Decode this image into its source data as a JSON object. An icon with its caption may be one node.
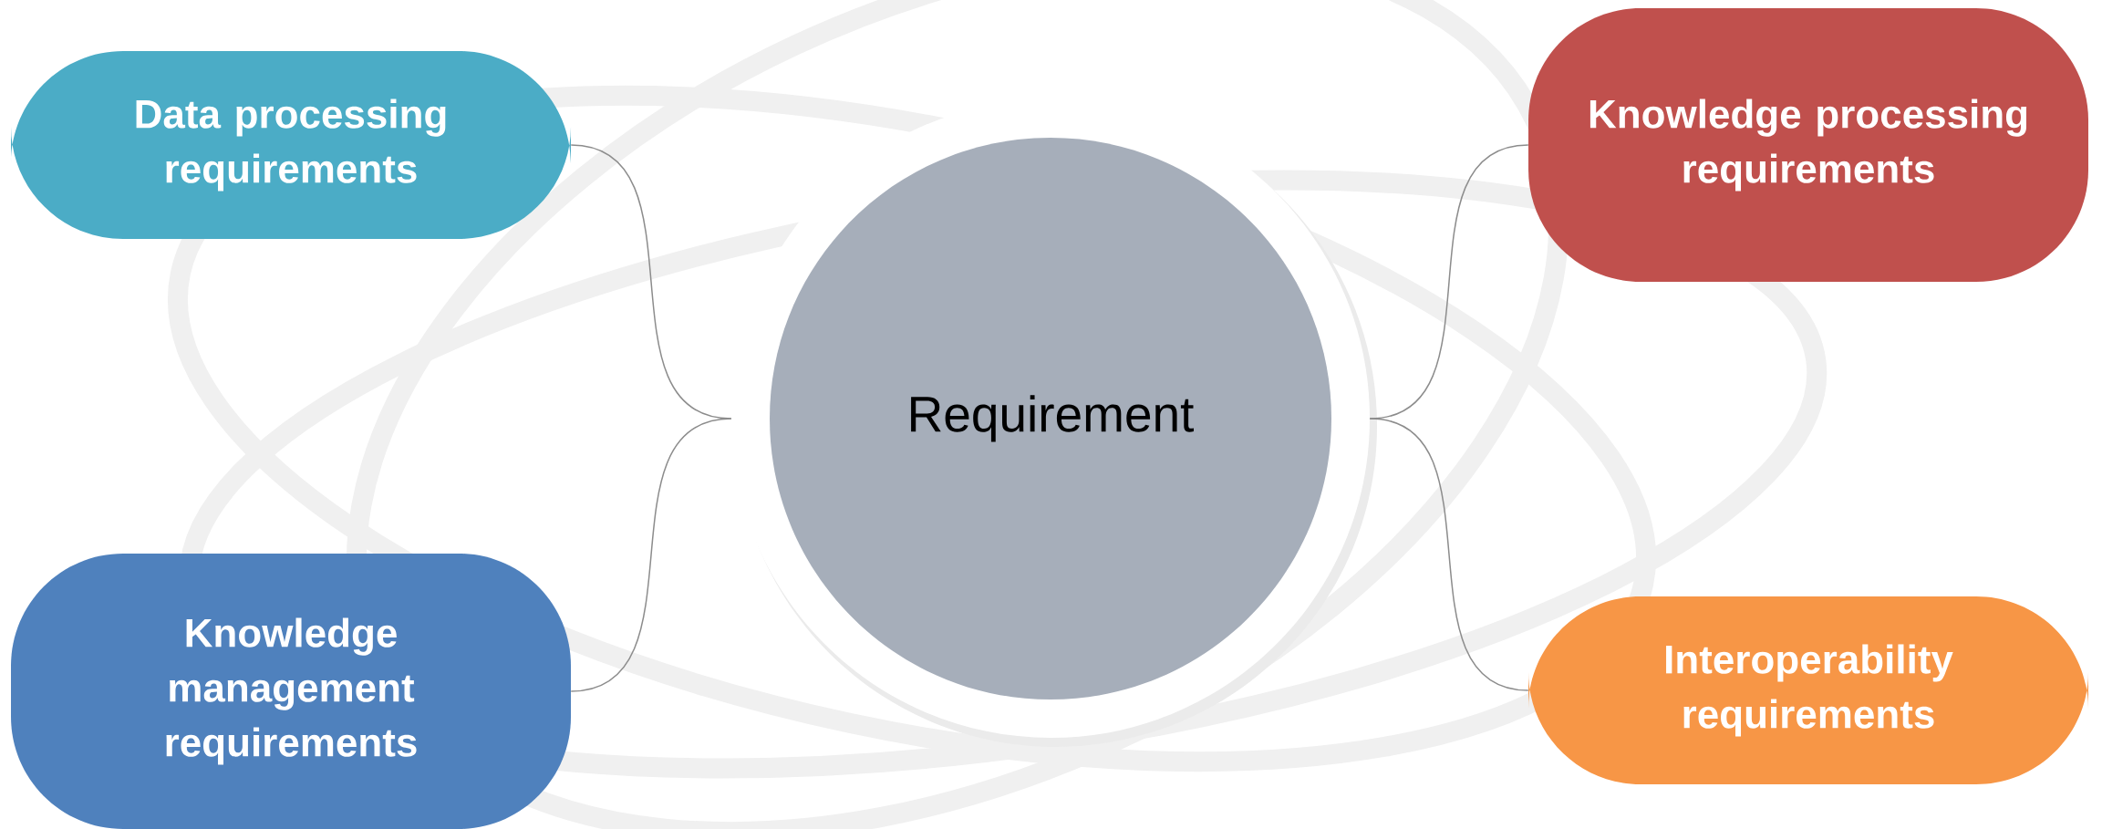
{
  "diagram": {
    "nodes": [
      {
        "text": [
          "Data processing requirements"
        ]
      },
      {
        "text": [
          "Knowledge processing requirements"
        ]
      },
      {
        "text": [
          "Requirement"
        ]
      },
      {
        "text": [
          "Knowledge management requirements"
        ]
      },
      {
        "text": [
          "Interoperability requirements"
        ]
      }
    ],
    "edges": [
      {
        "from": 2,
        "to": 0,
        "arrow": "none"
      },
      {
        "from": 2,
        "to": 1,
        "arrow": "none"
      },
      {
        "from": 2,
        "to": 3,
        "arrow": "none"
      },
      {
        "from": 2,
        "to": 4,
        "arrow": "none"
      }
    ]
  }
}
